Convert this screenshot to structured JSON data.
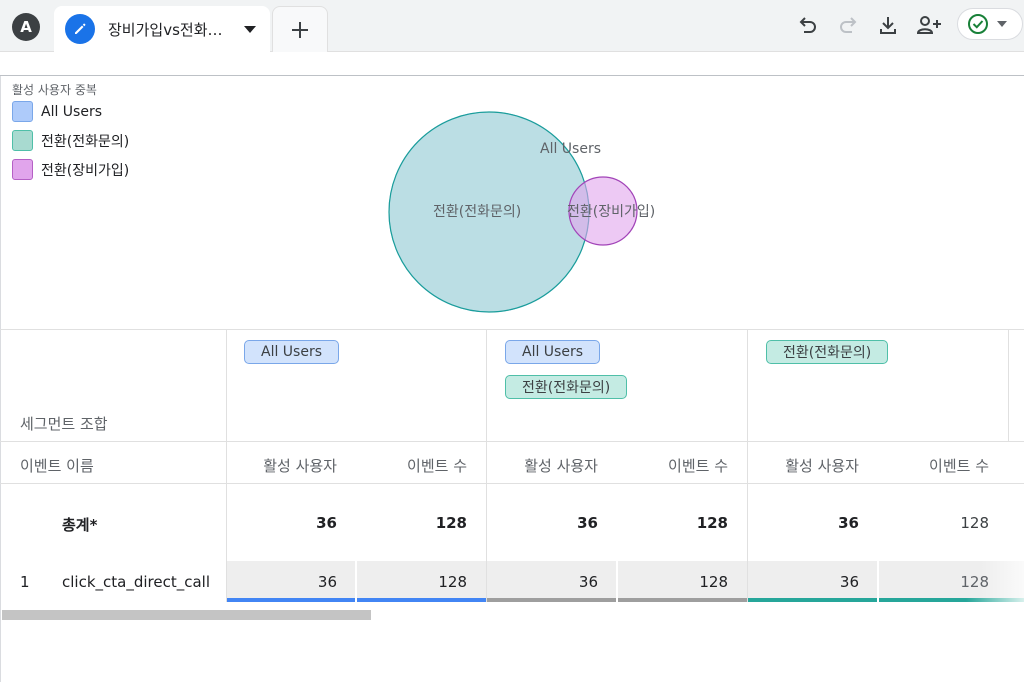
{
  "topbar": {
    "avatar_letter": "A",
    "tab_label": "장비가입vs전화…",
    "icons": [
      "pencil-icon",
      "caret-down-icon",
      "plus-icon",
      "undo-icon",
      "redo-icon",
      "download-icon",
      "add-person-icon",
      "check-circle-icon",
      "caret-down-icon"
    ]
  },
  "venn": {
    "legend_title": "활성 사용자 중복",
    "legend": [
      {
        "label": "All Users",
        "color": "#aecbfa"
      },
      {
        "label": "전환(전화문의)",
        "color": "#a8dad0"
      },
      {
        "label": "전환(장비가입)",
        "color": "#e1a5ec"
      }
    ],
    "labels": {
      "all_users": "All Users",
      "phone": "전환(전화문의)",
      "signup": "전환(장비가입)"
    }
  },
  "table": {
    "segment_header": "세그먼트 조합",
    "groups": [
      {
        "chips": [
          "All Users"
        ]
      },
      {
        "chips": [
          "All Users",
          "전환(전화문의)"
        ]
      },
      {
        "chips": [
          "전환(전화문의)"
        ]
      }
    ],
    "dimension_header": "이벤트 이름",
    "metric_headers": [
      "활성 사용자",
      "이벤트 수"
    ],
    "total_row": {
      "label": "총계*",
      "values": [
        "36",
        "128",
        "36",
        "128",
        "36",
        "128"
      ]
    },
    "rows": [
      {
        "index": "1",
        "event": "click_cta_direct_call",
        "values": [
          "36",
          "128",
          "36",
          "128",
          "36",
          "128"
        ]
      }
    ],
    "bar_colors": [
      "#4285f4",
      "#9e9e9e",
      "#26a69a"
    ]
  }
}
